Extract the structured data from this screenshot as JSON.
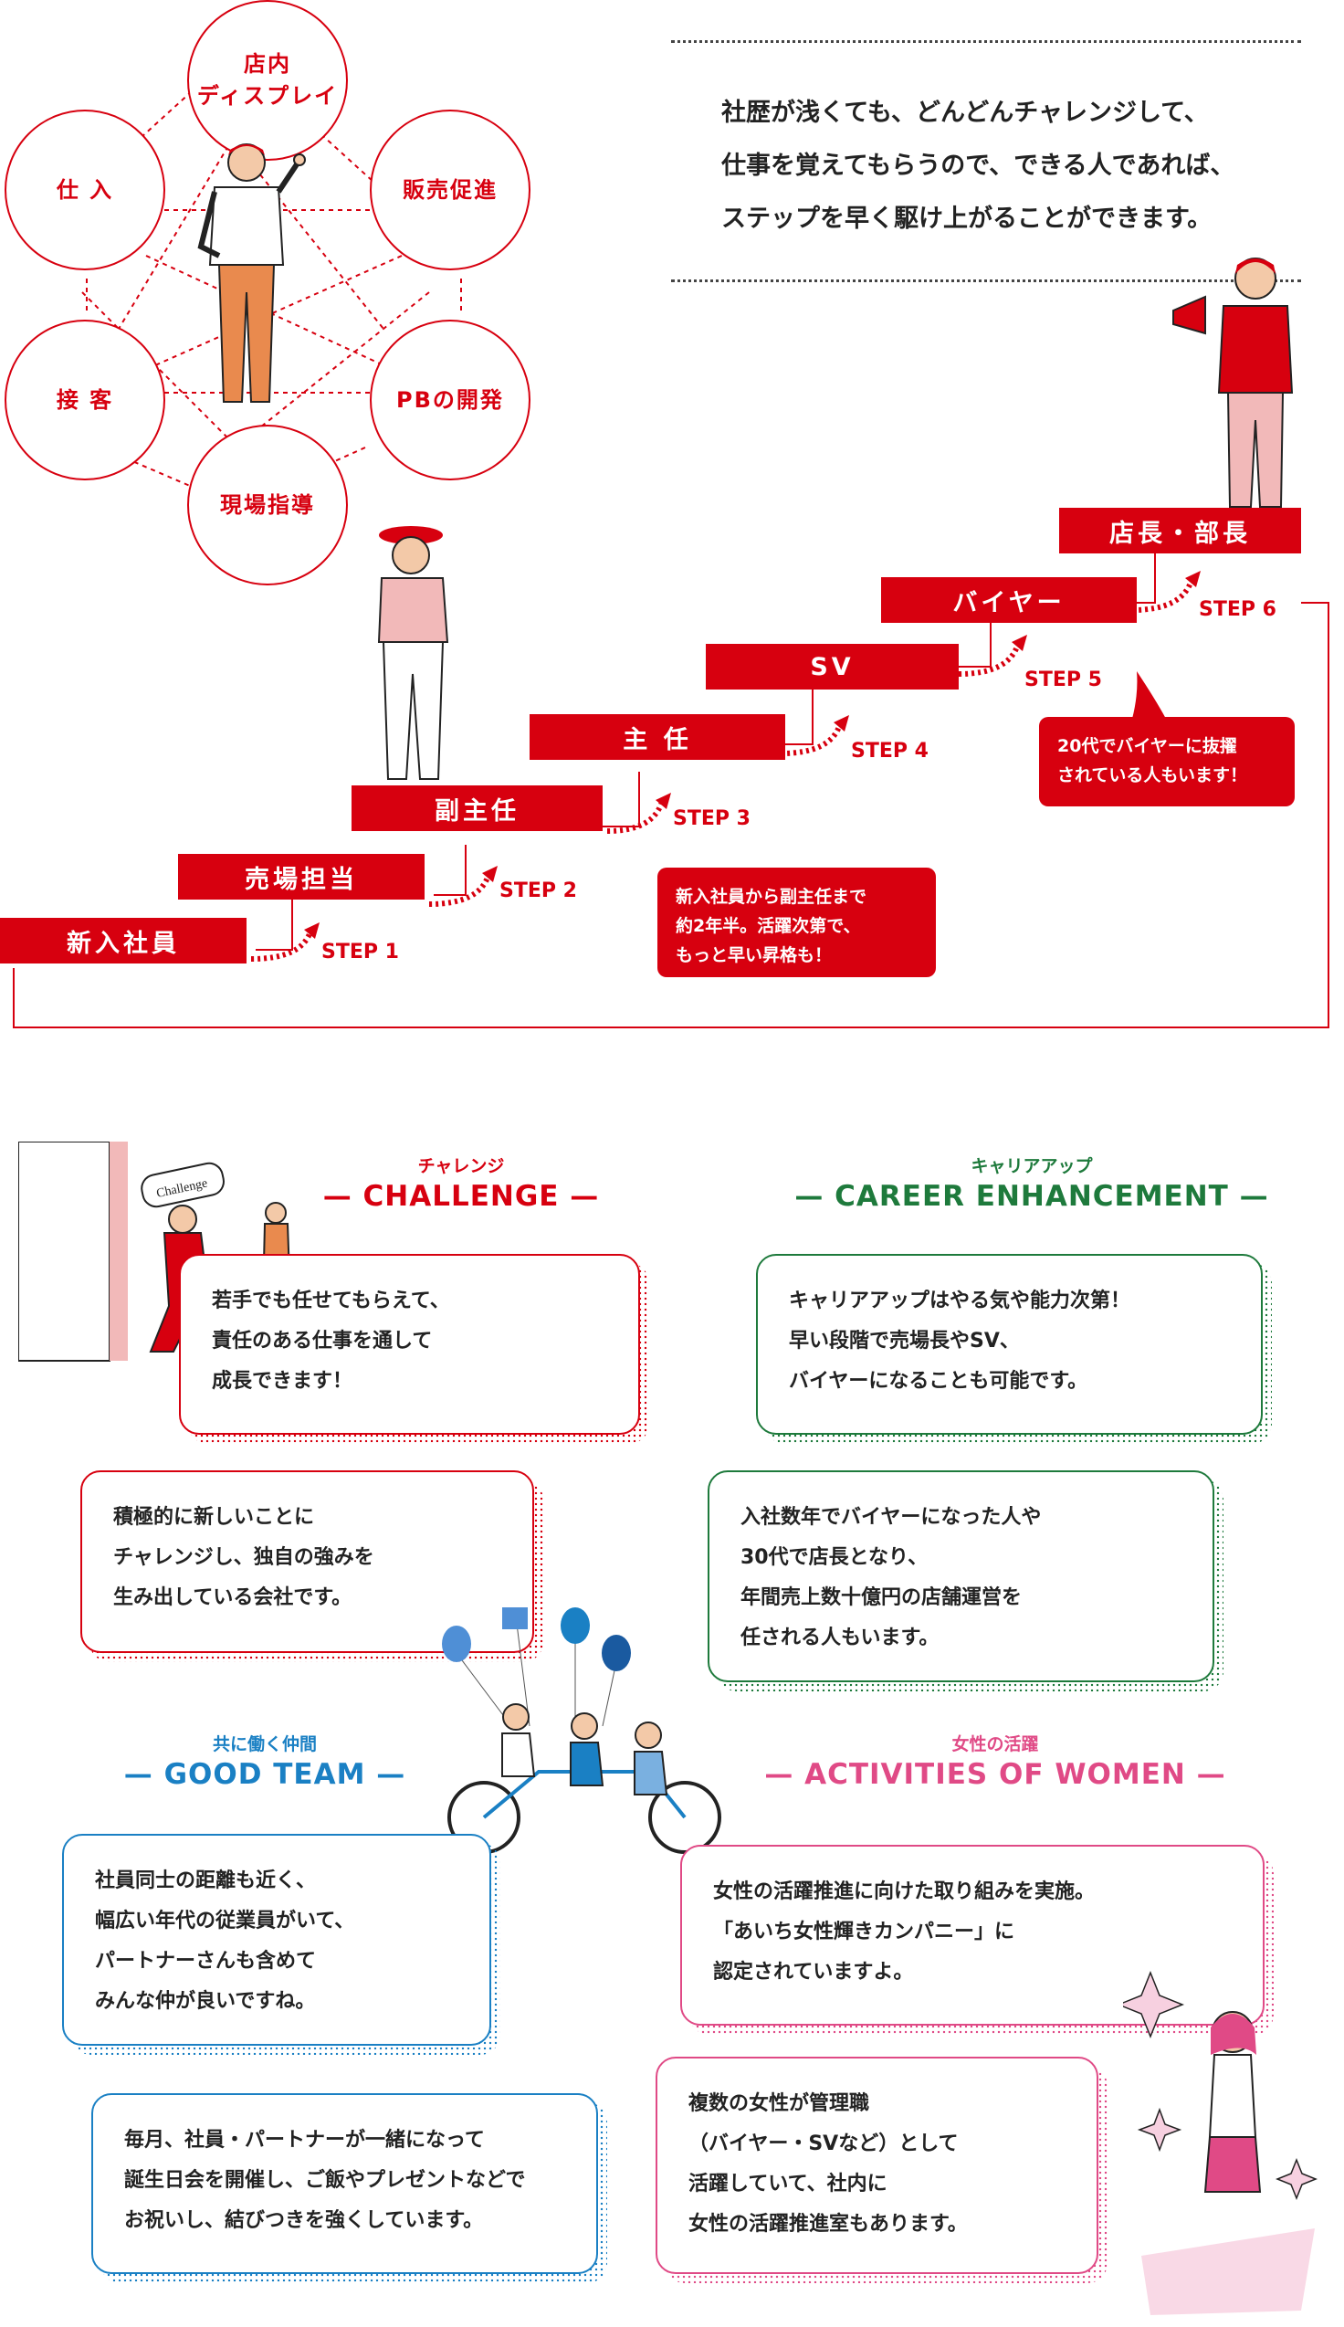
{
  "colors": {
    "red": "#d7000f",
    "green": "#1e7a3c",
    "blue": "#1a80c4",
    "pink": "#e04a86",
    "dark": "#222222"
  },
  "skills": {
    "display": "店内\nディスプレイ",
    "purchase": "仕 入",
    "promotion": "販売促進",
    "service": "接 客",
    "pb": "PBの開発",
    "onsite": "現場指導"
  },
  "intro": {
    "line1": "社歴が浅くても、どんどんチャレンジして、",
    "line2": "仕事を覚えてもらうので、できる人であれば、",
    "line3": "ステップを早く駆け上がることができます。"
  },
  "career": {
    "steps": [
      {
        "title": "新入社員",
        "label": "STEP 1"
      },
      {
        "title": "売場担当",
        "label": "STEP 2"
      },
      {
        "title": "副主任",
        "label": "STEP 3"
      },
      {
        "title": "主 任",
        "label": "STEP 4"
      },
      {
        "title": "SV",
        "label": "STEP 5"
      },
      {
        "title": "バイヤー",
        "label": "STEP 6"
      },
      {
        "title": "店長・部長"
      }
    ],
    "note1": "新入社員から副主任まで\n約2年半。活躍次第で、\nもっと早い昇格も！",
    "note2": "20代でバイヤーに抜擢\nされている人もいます！"
  },
  "challenge": {
    "sub": "チャレンジ",
    "title": "— CHALLENGE —",
    "box1": "若手でも任せてもらえて、\n責任のある仕事を通して\n成長できます！",
    "box2": "積極的に新しいことに\nチャレンジし、独自の強みを\n生み出している会社です。",
    "sign": "Challenge"
  },
  "career_up": {
    "sub": "キャリアアップ",
    "title": "— CAREER ENHANCEMENT —",
    "box1": "キャリアアップはやる気や能力次第！\n早い段階で売場長やSV、\nバイヤーになることも可能です。",
    "box2": "入社数年でバイヤーになった人や\n30代で店長となり、\n年間売上数十億円の店舗運営を\n任される人もいます。"
  },
  "team": {
    "sub": "共に働く仲間",
    "title": "— GOOD TEAM —",
    "box1": "社員同士の距離も近く、\n幅広い年代の従業員がいて、\nパートナーさんも含めて\nみんな仲が良いですね。",
    "box2": "毎月、社員・パートナーが一緒になって\n誕生日会を開催し、ご飯やプレゼントなどで\nお祝いし、結びつきを強くしています。"
  },
  "women": {
    "sub": "女性の活躍",
    "title": "— ACTIVITIES OF WOMEN —",
    "box1": "女性の活躍推進に向けた取り組みを実施。\n「あいち女性輝きカンパニー」に\n認定されていますよ。",
    "box2": "複数の女性が管理職\n（バイヤー・SVなど）として\n活躍していて、社内に\n女性の活躍推進室もあります。"
  }
}
